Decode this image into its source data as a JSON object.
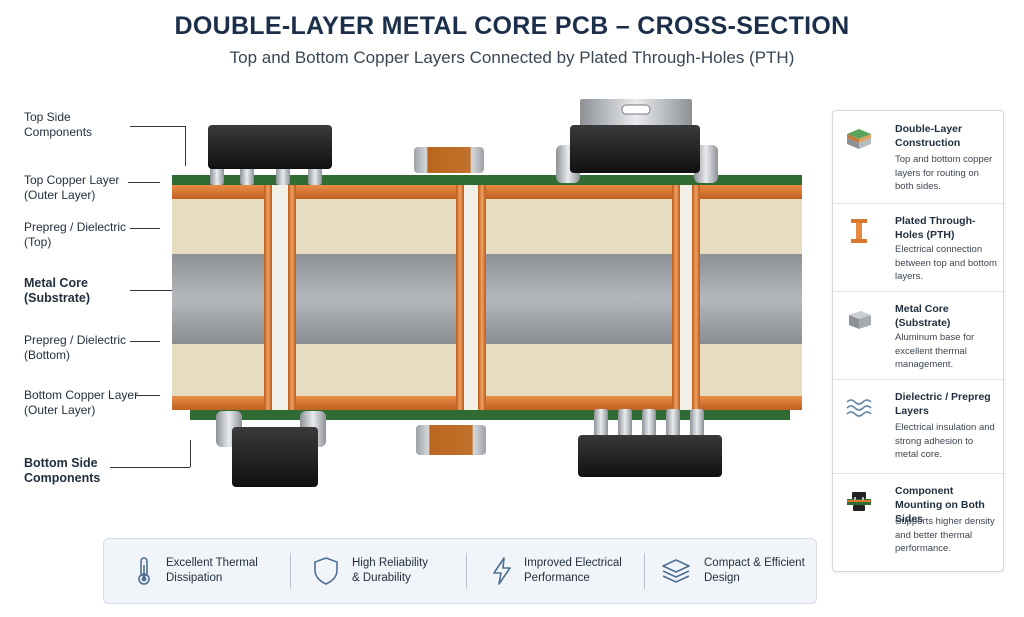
{
  "header": {
    "title": "DOUBLE-LAYER METAL CORE PCB – CROSS-SECTION",
    "subtitle": "Top and Bottom Copper Layers Connected by Plated Through-Holes (PTH)"
  },
  "layer_labels": [
    {
      "line1": "Top Side",
      "line2": "Components"
    },
    {
      "line1": "Top Copper Layer",
      "line2": "(Outer Layer)"
    },
    {
      "line1": "Prepreg / Dielectric",
      "line2": "(Top)"
    },
    {
      "line1": "Metal Core",
      "line2": "(Substrate)"
    },
    {
      "line1": "Prepreg / Dielectric",
      "line2": "(Bottom)"
    },
    {
      "line1": "Bottom Copper Layer",
      "line2": "(Outer Layer)"
    },
    {
      "line1": "Bottom Side",
      "line2": "Components"
    }
  ],
  "features": [
    {
      "icon": "layers-stack-icon",
      "title": "Double-Layer Construction",
      "desc": "Top and bottom copper layers for routing on both sides."
    },
    {
      "icon": "through-hole-icon",
      "title": "Plated Through-Holes (PTH)",
      "desc": "Electrical connection between top and bottom layers."
    },
    {
      "icon": "metal-block-icon",
      "title": "Metal Core (Substrate)",
      "desc": "Aluminum base for excellent thermal management."
    },
    {
      "icon": "waves-icon",
      "title": "Dielectric / Prepreg Layers",
      "desc": "Electrical insulation and strong adhesion to metal core."
    },
    {
      "icon": "chip-icon",
      "title": "Component Mounting on Both Sides",
      "desc": "Supports higher density and better thermal performance."
    }
  ],
  "benefits": [
    {
      "icon": "thermometer-icon",
      "line1": "Excellent Thermal",
      "line2": "Dissipation"
    },
    {
      "icon": "shield-icon",
      "line1": "High Reliability",
      "line2": "& Durability"
    },
    {
      "icon": "lightning-icon",
      "line1": "Improved Electrical",
      "line2": "Performance"
    },
    {
      "icon": "layers-icon",
      "line1": "Compact & Efficient",
      "line2": "Design"
    }
  ],
  "colors": {
    "copper": "#d9772e",
    "prepreg": "#e6dcc0",
    "metal_core": "#a9adb2",
    "solder_mask": "#2f6b33",
    "title": "#1c2f4a"
  }
}
